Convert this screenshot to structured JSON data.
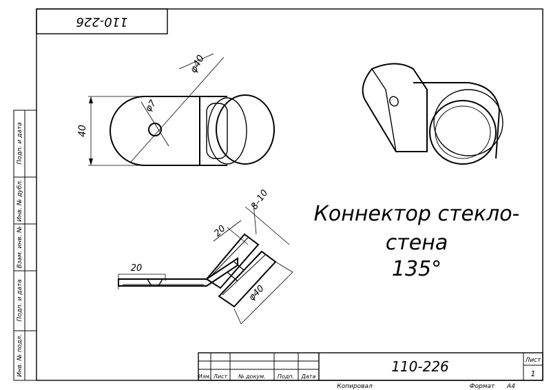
{
  "drawing_number": "110-226",
  "corner_stamp": "110-226",
  "title_lines": [
    "Коннектор стекло-",
    "стена",
    "135°"
  ],
  "dimensions": {
    "front_diameter": "φ40",
    "hole_diameter": "φ7",
    "height": "40",
    "section_gap": "8–10",
    "section_offset": "20",
    "section_plate": "20",
    "section_diameter": "φ40"
  },
  "side_labels": [
    "Подп. и дата",
    "Инв. № дубл.",
    "Взам. инв. №",
    "Подп. и дата",
    "Инв. № подл."
  ],
  "title_block": {
    "cols": [
      "Изм.",
      "Лист",
      "№ докум.",
      "Подп.",
      "Дата"
    ],
    "sheet_label": "Лист",
    "sheet_number": "1",
    "copied": "Копировал",
    "format_label": "Формат",
    "format_value": "А4"
  }
}
